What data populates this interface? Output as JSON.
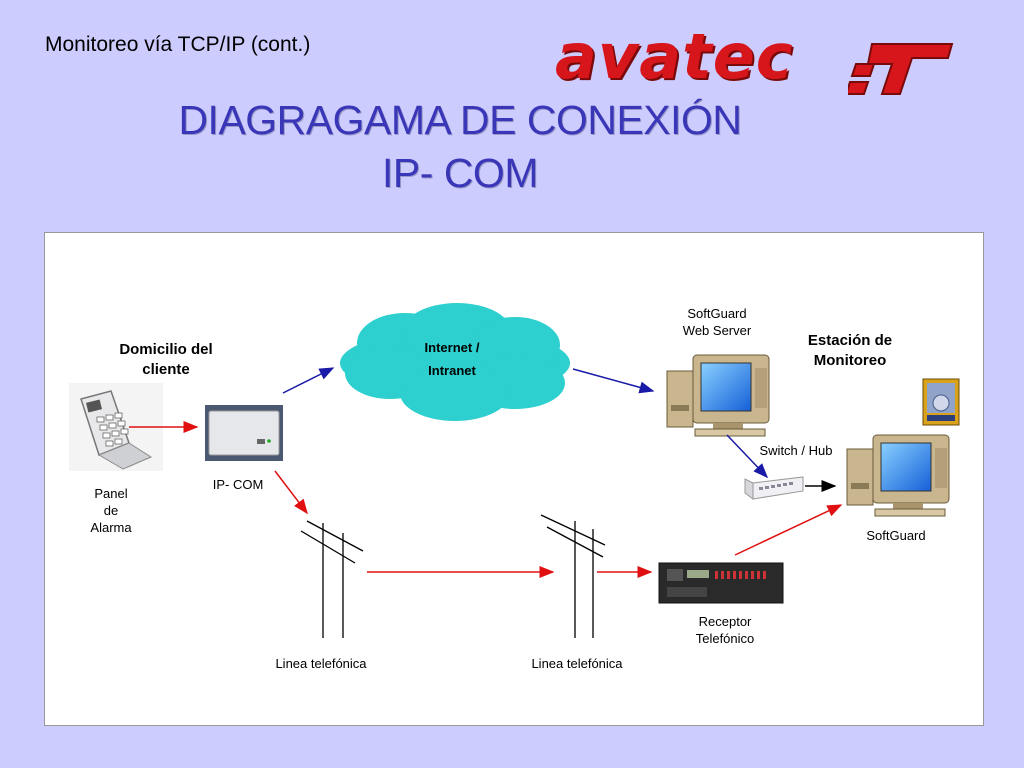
{
  "header": {
    "subtitle": "Monitoreo vía TCP/IP (cont.)",
    "title_line1": "DIAGRAGAMA DE CONEXIÓN",
    "title_line2": "IP- COM",
    "logo_text": "avatec"
  },
  "diagram": {
    "client_home": "Domicilio del cliente",
    "alarm_panel": [
      "Panel",
      "de",
      "Alarma"
    ],
    "ipcom": "IP- COM",
    "cloud_line1": "Internet /",
    "cloud_line2": "Intranet",
    "web_server": [
      "SoftGuard",
      "Web Server"
    ],
    "station": [
      "Estación de",
      "Monitoreo"
    ],
    "switch": "Switch / Hub",
    "softguard": "SoftGuard",
    "receiver": [
      "Receptor",
      "Telefónico"
    ],
    "phone_line_1": "Linea telefónica",
    "phone_line_2": "Linea telefónica"
  },
  "colors": {
    "background": "#ccccff",
    "title": "#3a36b8",
    "logo": "#d7161c",
    "cloud": "#2dcfcf",
    "arrow_blue": "#1a1aa8",
    "arrow_red": "#e01010"
  }
}
